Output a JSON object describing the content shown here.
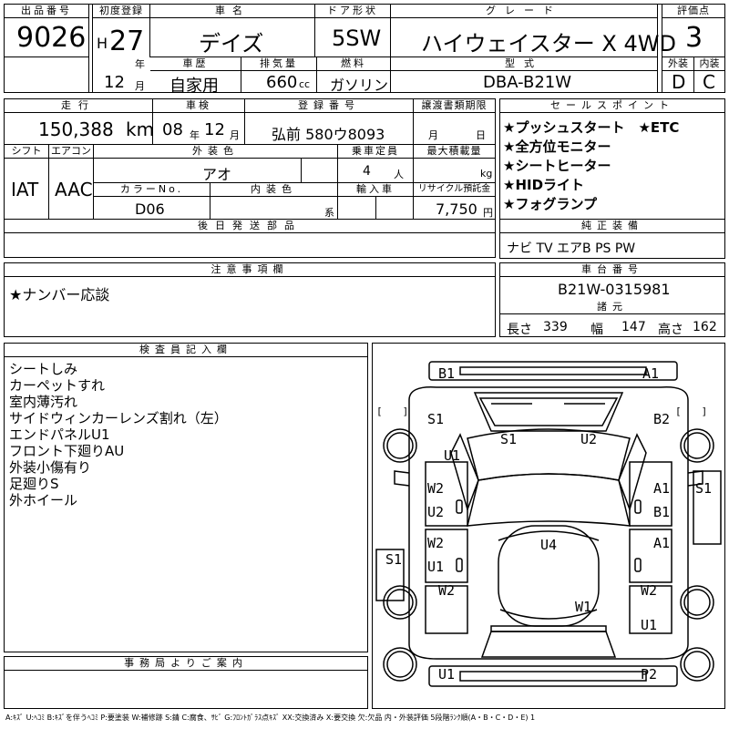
{
  "top": {
    "lot_label": "出品番号",
    "lot": "9026",
    "first_reg_label": "初度登録",
    "era": "H",
    "year": "27",
    "year_unit": "年",
    "month": "12",
    "month_unit": "月",
    "name_label": "車名",
    "name": "デイズ",
    "door_label": "ドア形状",
    "door": "5SW",
    "grade_label": "グレード",
    "grade": "ハイウェイスター X 4WD",
    "score_label": "評価点",
    "score": "3",
    "history_label": "車歴",
    "history": "自家用",
    "disp_label": "排気量",
    "disp": "660",
    "disp_unit": "cc",
    "fuel_label": "燃料",
    "fuel": "ガソリン",
    "model_label": "型式",
    "model": "DBA-B21W",
    "ext_label": "外装",
    "ext": "D",
    "int_label": "内装",
    "int": "C"
  },
  "second": {
    "mileage_label": "走行",
    "mileage": "150,388",
    "mileage_unit": "km",
    "inspection_label": "車検",
    "insp_year": "08",
    "insp_year_unit": "年",
    "insp_month": "12",
    "insp_month_unit": "月",
    "reg_label": "登録番号",
    "reg": "弘前 580ウ8093",
    "docs_label": "譲渡書類期限",
    "docs_month": "月",
    "docs_day": "日",
    "shift_label": "シフト",
    "shift": "IAT",
    "ac_label": "エアコン",
    "ac": "AAC",
    "color_label": "外装色",
    "color": "アオ",
    "capacity_label": "乗車定員",
    "capacity": "4",
    "capacity_unit": "人",
    "load_label": "最大積載量",
    "load_unit": "kg",
    "color_no_label": "カラーNo.",
    "color_no": "D06",
    "int_color_label": "内装色",
    "int_color_unit": "系",
    "import_label": "輸入車",
    "recycle_label": "リサイクル預託金",
    "recycle": "7,750",
    "recycle_unit": "円",
    "later_label": "後日発送部品"
  },
  "sales": {
    "label": "セールスポイント",
    "items": [
      "★プッシュスタート　★ETC",
      "★全方位モニター",
      "★シートヒーター",
      "★HIDライト",
      "★フォグランプ"
    ]
  },
  "equipment": {
    "label": "純正装備",
    "value": "ナビ TV エアB PS PW"
  },
  "notes": {
    "label": "注意事項欄",
    "value": "★ナンバー応談"
  },
  "chassis": {
    "label": "車台番号",
    "value": "B21W-0315981",
    "dims_label": "諸元",
    "len_label": "長さ",
    "len": "339",
    "wid_label": "幅",
    "wid": "147",
    "hei_label": "高さ",
    "hei": "162"
  },
  "inspector": {
    "label": "検査員記入欄",
    "items": [
      "シートしみ",
      "カーペットすれ",
      "室内薄汚れ",
      "サイドウィンカーレンズ割れ（左）",
      "エンドパネルU1",
      "フロント下廻りAU",
      "外装小傷有り",
      "足廻りS",
      "外ホイール"
    ]
  },
  "office": {
    "label": "事務局よりご案内"
  },
  "damage": {
    "b1": "B1",
    "a1_top": "A1",
    "s1_left": "S1",
    "b2": "B2",
    "u1_a": "U1",
    "s1_roof": "S1",
    "u2_roof": "U2",
    "w2_a": "W2",
    "u2_a": "U2",
    "a1_b": "A1",
    "b1_b": "B1",
    "s1_right": "S1",
    "u4": "U4",
    "w2_b": "W2",
    "u1_b": "U1",
    "a1_c": "A1",
    "s1_left2": "S1",
    "w2_c": "W2",
    "w1": "W1",
    "w2_d": "W2",
    "u1_c": "U1",
    "u1_d": "U1",
    "p2": "P2",
    "bracket": "[　　]"
  },
  "legend": "A:ｷｽﾞ U:ﾍｺﾐ B:ｷｽﾞを伴うﾍｺﾐ P:要塗装 W:補修跡 S:錆 C:腐食、ｻﾋﾞ G:ﾌﾛﾝﾄｶﾞﾗｽ点ｷｽﾞ XX:交換済み X:要交換 欠:欠品 内・外装評価 5段階ﾗﾝｸ順(A・B・C・D・E) 1"
}
